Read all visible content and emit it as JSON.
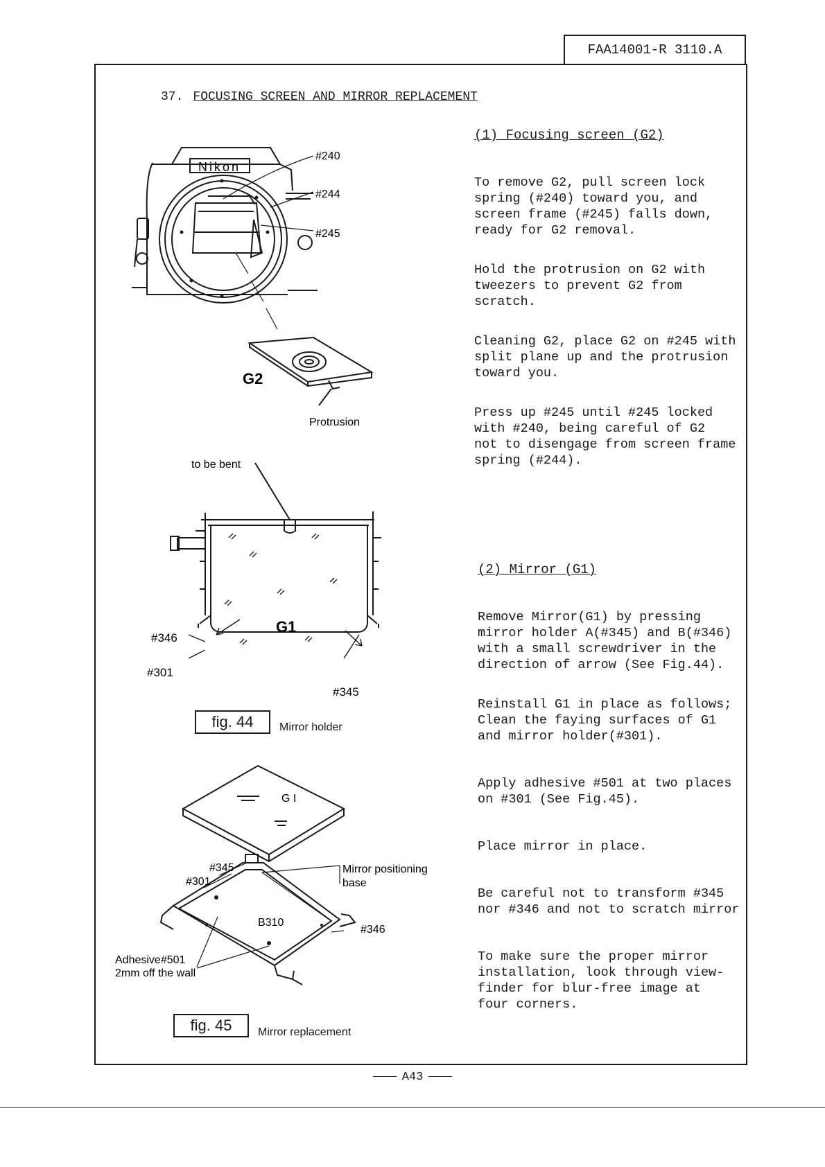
{
  "header": {
    "doc_code": "FAA14001-R 3110.A"
  },
  "title": {
    "number": "37.",
    "text": "FOCUSING SCREEN AND MIRROR REPLACEMENT"
  },
  "section1": {
    "heading": "(1)  Focusing screen (G2)",
    "paragraphs": [
      "To remove G2, pull screen lock\nspring (#240) toward you, and\nscreen frame (#245) falls down,\nready for G2 removal.",
      "Hold the protrusion on G2 with\ntweezers to prevent G2 from\nscratch.",
      "Cleaning G2, place G2 on #245 with\nsplit plane up and the protrusion\ntoward you.",
      "Press up #245 until #245 locked\nwith #240, being careful of G2\nnot to disengage from screen frame\nspring (#244)."
    ]
  },
  "section2": {
    "heading": "(2)  Mirror (G1)",
    "paragraphs": [
      "Remove Mirror(G1) by pressing\nmirror holder A(#345) and B(#346)\nwith a small screwdriver in the\ndirection of arrow (See Fig.44).",
      "Reinstall G1 in place as follows;\nClean the faying surfaces of G1\nand mirror holder(#301).",
      "Apply adhesive #501 at two places\non #301 (See Fig.45).",
      "Place mirror in place.",
      "Be careful not to transform #345\nnor #346 and not to scratch mirror",
      "To make sure the proper mirror\ninstallation, look through view-\nfinder for blur-free image at\nfour corners."
    ]
  },
  "fig_camera": {
    "brand": "Nikon",
    "label_240": "#240",
    "label_244": "#244",
    "label_245": "#245",
    "label_g2": "G2",
    "label_protrusion": "Protrusion"
  },
  "fig44": {
    "to_be_bent": "to be bent",
    "label_g1": "G1",
    "label_346": "#346",
    "label_301": "#301",
    "label_345": "#345",
    "fig_label": "fig. 44",
    "caption": "Mirror holder"
  },
  "fig45": {
    "label_g1": "G I",
    "label_345": "#345",
    "label_301": "#301",
    "label_mirror_pos_1": "Mirror positioning",
    "label_mirror_pos_2": "base",
    "label_b310": "B310",
    "label_346": "#346",
    "label_adhesive": "Adhesive#501",
    "label_2mm": "2mm off the wall",
    "fig_label": "fig. 45",
    "caption": "Mirror replacement"
  },
  "footer": {
    "page_number": "A43"
  }
}
